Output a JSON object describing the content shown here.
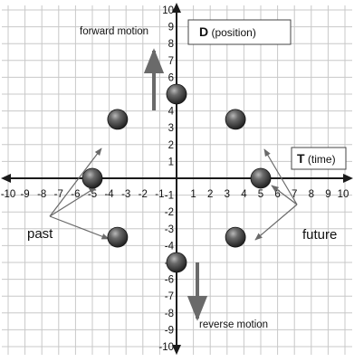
{
  "labels": {
    "forward_motion": "forward motion",
    "reverse_motion": "reverse motion",
    "position_key": "D",
    "position_rest": " (position)",
    "time_key": "T",
    "time_rest": " (time)",
    "past": "past",
    "future": "future"
  },
  "axis": {
    "x_ticks": [
      "-10",
      "-9",
      "-8",
      "-7",
      "-6",
      "-5",
      "-4",
      "-3",
      "-2",
      "-1",
      "1",
      "2",
      "3",
      "4",
      "5",
      "6",
      "7",
      "8",
      "9",
      "10"
    ],
    "y_ticks": [
      "10",
      "9",
      "8",
      "7",
      "6",
      "5",
      "4",
      "3",
      "2",
      "1",
      "-1",
      "-2",
      "-3",
      "-4",
      "-5",
      "-6",
      "-7",
      "-8",
      "-9",
      "-10"
    ]
  },
  "spheres": [
    {
      "id": "top",
      "x": 0,
      "y": 5
    },
    {
      "id": "upper-left",
      "x": -3.5,
      "y": 3.5
    },
    {
      "id": "upper-right",
      "x": 3.5,
      "y": 3.5
    },
    {
      "id": "left",
      "x": -5,
      "y": 0
    },
    {
      "id": "right",
      "x": 5,
      "y": 0
    },
    {
      "id": "lower-left",
      "x": -3.5,
      "y": -3.5
    },
    {
      "id": "lower-right",
      "x": 3.5,
      "y": -3.5
    },
    {
      "id": "bottom",
      "x": 0,
      "y": -5
    }
  ],
  "colors": {
    "grid": "#c8c8c8",
    "axis": "#1a1a1a",
    "arrow": "#777777",
    "sphere_dark": "#2a2a2a",
    "sphere_light": "#9a9a9a"
  }
}
